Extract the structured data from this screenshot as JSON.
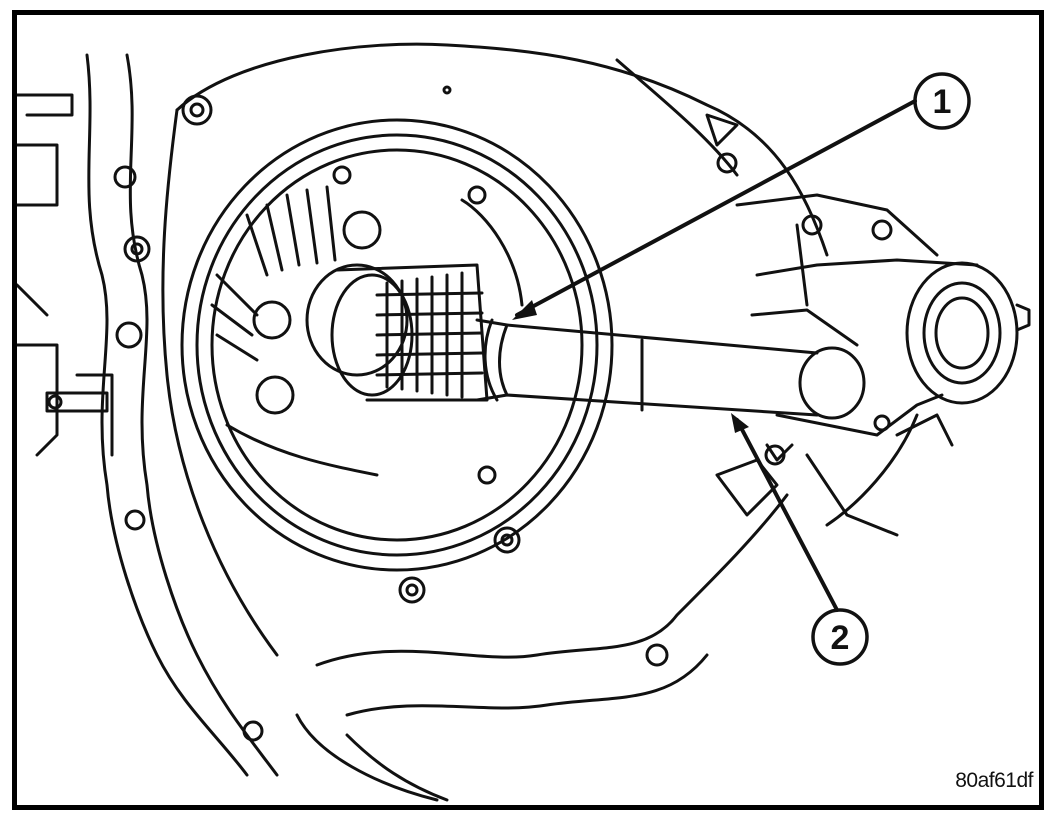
{
  "figure": {
    "callouts": [
      {
        "number": "1"
      },
      {
        "number": "2"
      }
    ],
    "figure_id": "80af61df"
  }
}
